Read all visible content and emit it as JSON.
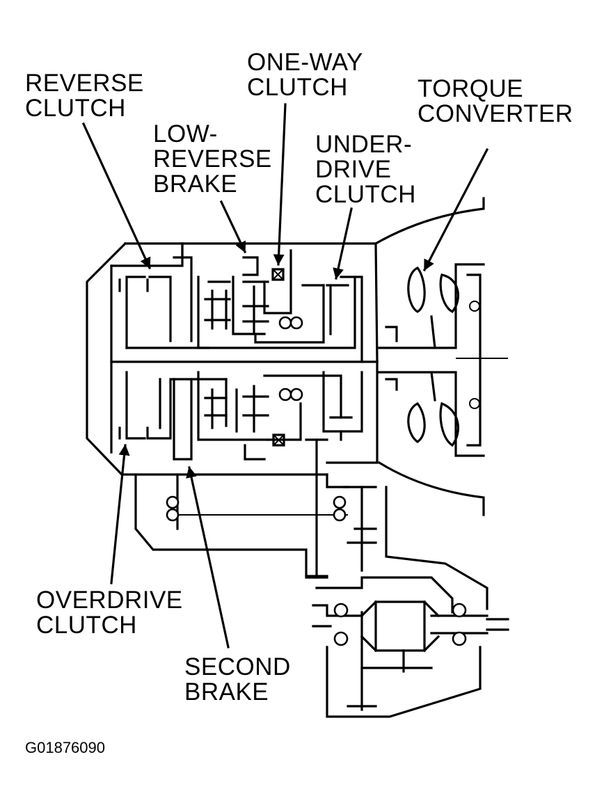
{
  "labels": {
    "reverse_clutch": "REVERSE\nCLUTCH",
    "one_way_clutch": "ONE-WAY\nCLUTCH",
    "torque_converter": "TORQUE\nCONVERTER",
    "low_reverse_brake": "LOW-\nREVERSE\nBRAKE",
    "underdrive_clutch": "UNDER-\nDRIVE\nCLUTCH",
    "overdrive_clutch": "OVERDRIVE\nCLUTCH",
    "second_brake": "SECOND\nBRAKE"
  },
  "figure_code": "G01876090"
}
